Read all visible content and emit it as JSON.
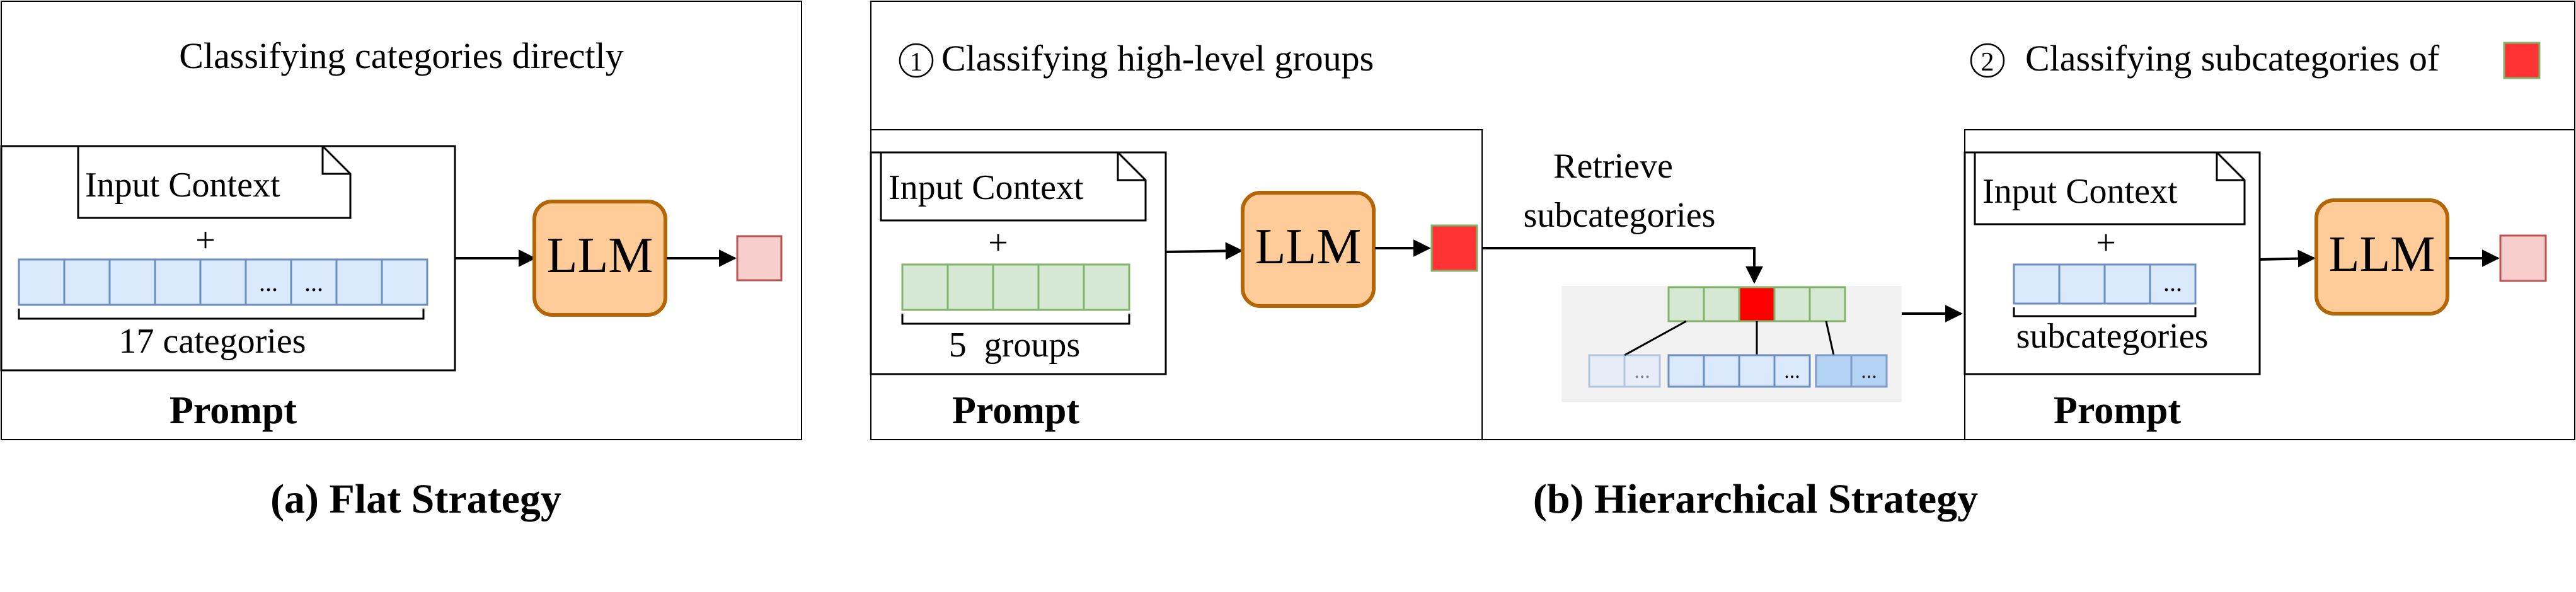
{
  "flat": {
    "heading": "Classifying categories directly",
    "input_context": "Input Context",
    "plus": "+",
    "ellipsis_1": "...",
    "ellipsis_2": "...",
    "categories_label": "17 categories",
    "llm_label": "LLM",
    "prompt_label": "Prompt",
    "caption": "(a) Flat Strategy"
  },
  "hier": {
    "step1_number": "1",
    "step1_heading": "Classifying high-level groups",
    "step2_number": "2",
    "step2_heading": "Classifying subcategories of",
    "input_context_1": "Input Context",
    "plus_1": "+",
    "groups_label": "5  groups",
    "llm_label_1": "LLM",
    "prompt_label_1": "Prompt",
    "retrieve_line1": "Retrieve",
    "retrieve_line2": "subcategories",
    "tree_ellipsis_1": "...",
    "tree_ellipsis_2": "...",
    "tree_ellipsis_3": "...",
    "input_context_2": "Input Context",
    "plus_2": "+",
    "ellipsis_sub": "...",
    "subcategories_label": "subcategories",
    "llm_label_2": "LLM",
    "prompt_label_2": "Prompt",
    "caption": "(b) Hierarchical Strategy"
  },
  "colors": {
    "blue_fill": "#dae8fc",
    "blue_stroke": "#6c8ebf",
    "green_fill": "#d5e8d4",
    "green_stroke": "#82b366",
    "red": "#ff3333",
    "llm_fill": "#ffcc99",
    "llm_stroke": "#b46504",
    "output_pink": "#f8cecc",
    "output_pink_stroke": "#b85450"
  }
}
